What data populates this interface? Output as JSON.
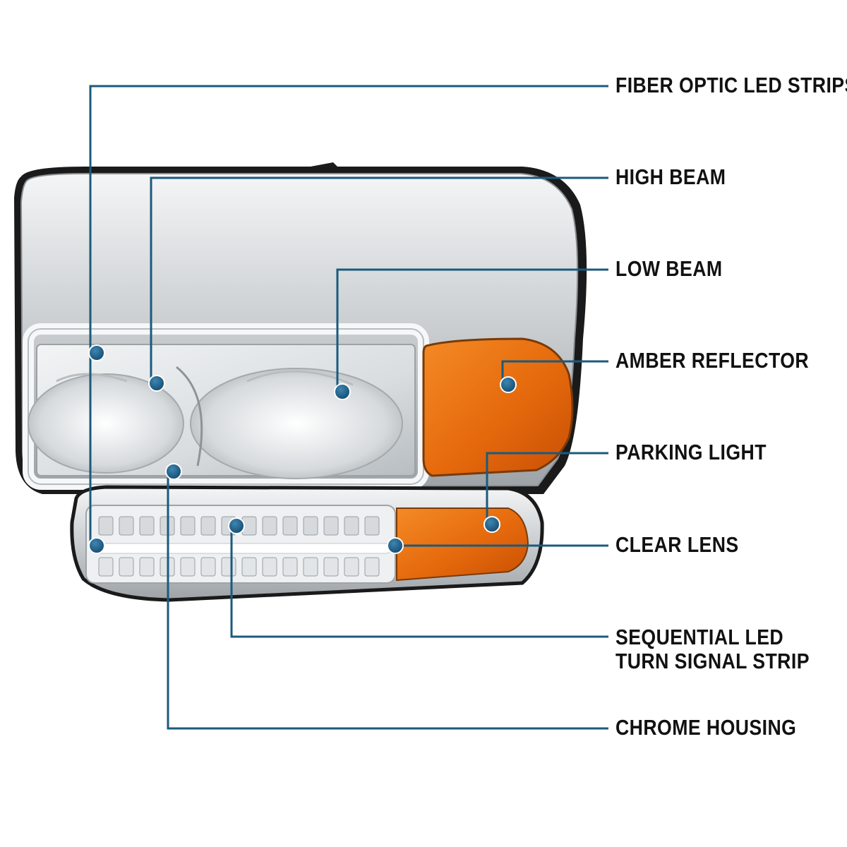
{
  "colors": {
    "leader_line": "#1b5a7e",
    "dot": "#1f5f86",
    "amber": "#e8730f",
    "chrome": "#cfd3d6",
    "lens": "#e9eced",
    "bracket": "#1a1a1a"
  },
  "image": {
    "subject": "headlight-assembly"
  },
  "callouts": [
    {
      "id": "fiber-optic-led-strips",
      "lines": [
        "FIBER OPTIC LED STRIPS"
      ]
    },
    {
      "id": "high-beam",
      "lines": [
        "HIGH BEAM"
      ]
    },
    {
      "id": "low-beam",
      "lines": [
        "LOW BEAM"
      ]
    },
    {
      "id": "amber-reflector",
      "lines": [
        "AMBER REFLECTOR"
      ]
    },
    {
      "id": "parking-light",
      "lines": [
        "PARKING LIGHT"
      ]
    },
    {
      "id": "clear-lens",
      "lines": [
        "CLEAR LENS"
      ]
    },
    {
      "id": "sequential-led-turn-signal-strip",
      "lines": [
        "SEQUENTIAL LED",
        "TURN SIGNAL STRIP"
      ]
    },
    {
      "id": "chrome-housing",
      "lines": [
        "CHROME HOUSING"
      ]
    }
  ]
}
